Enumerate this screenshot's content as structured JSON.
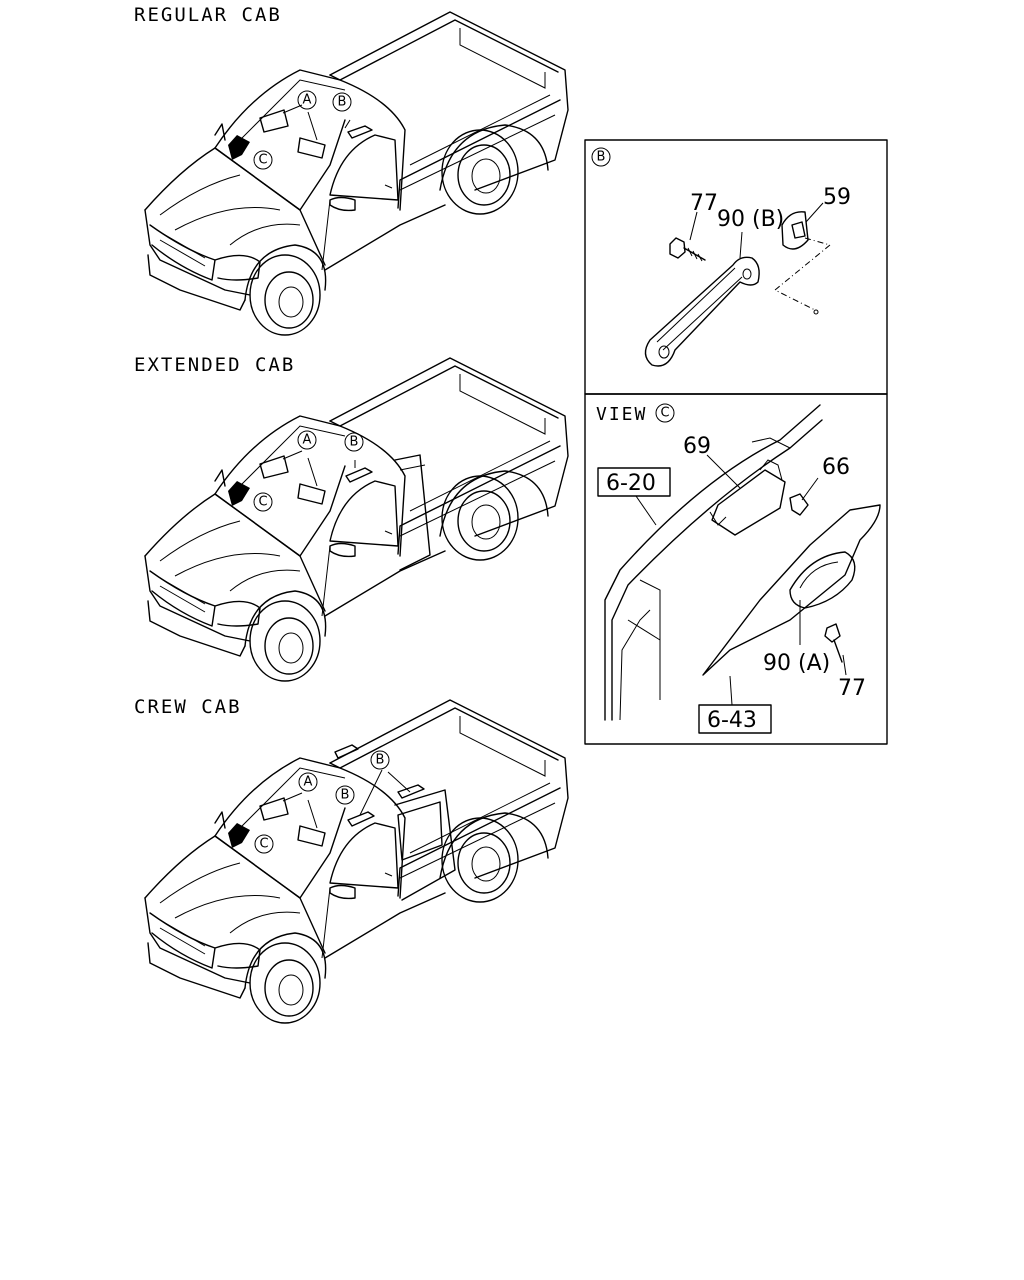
{
  "sections": {
    "regular": {
      "title": "REGULAR CAB"
    },
    "extended": {
      "title": "EXTENDED CAB"
    },
    "crew": {
      "title": "CREW CAB"
    }
  },
  "callouts": {
    "a": "A",
    "b": "B",
    "c": "C"
  },
  "detail_b": {
    "letter": "B",
    "parts": {
      "bolt": "77",
      "handle": "90 (B)",
      "clip": "59"
    }
  },
  "view_c": {
    "view_label": "VIEW",
    "letter": "C",
    "parts": {
      "module": "69",
      "screw": "66",
      "handle": "90 (A)",
      "bolt": "77"
    },
    "refs": {
      "upper": "6-20",
      "lower": "6-43"
    }
  }
}
